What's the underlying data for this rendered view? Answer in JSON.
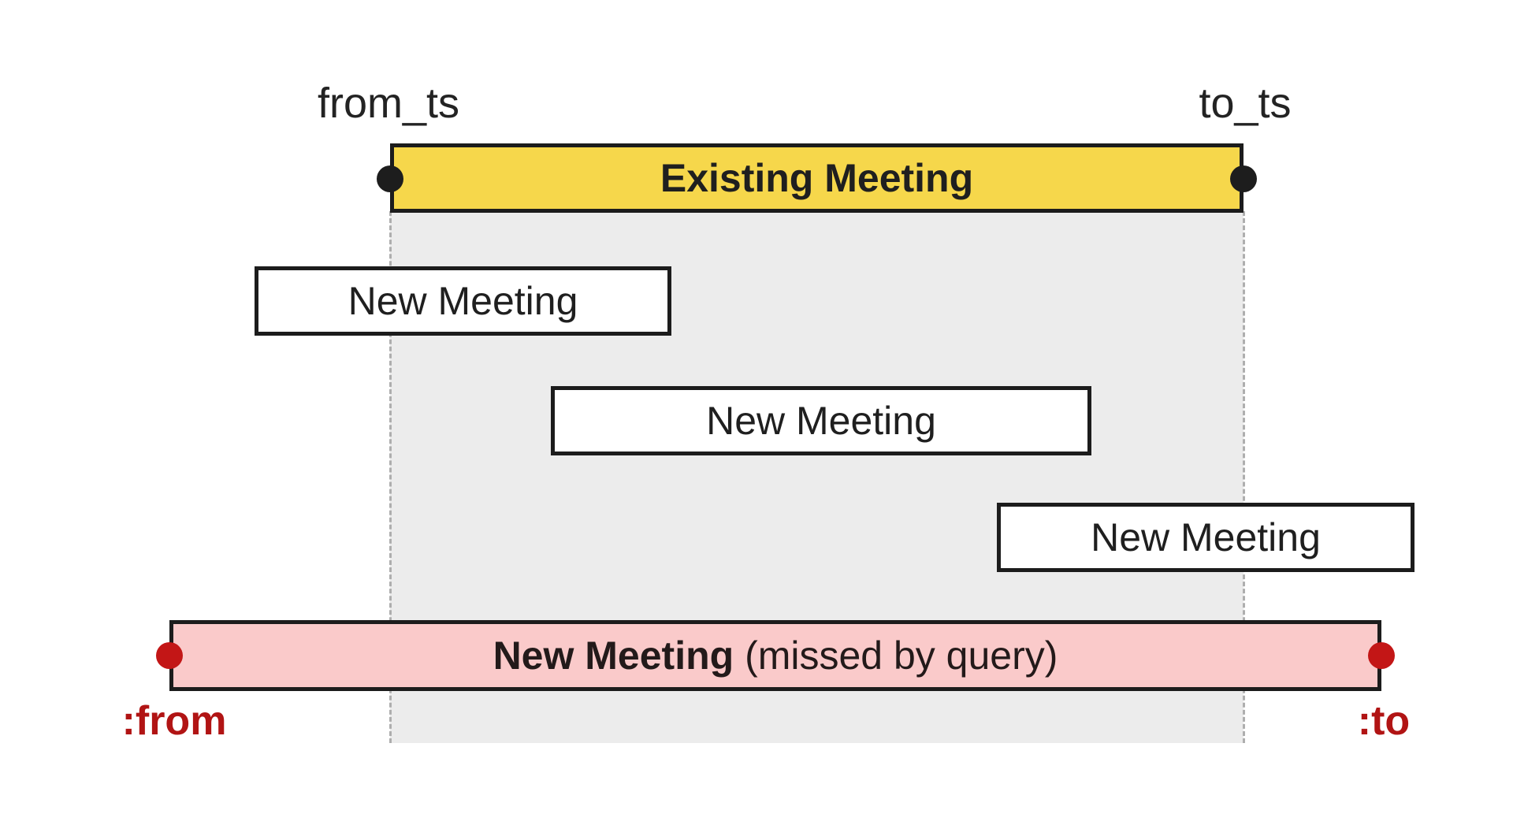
{
  "diagram": {
    "axis_labels": {
      "from_ts": "from_ts",
      "to_ts": "to_ts"
    },
    "existing_meeting": {
      "label": "Existing Meeting"
    },
    "new_meetings": [
      {
        "label": "New Meeting"
      },
      {
        "label": "New Meeting"
      },
      {
        "label": "New Meeting"
      }
    ],
    "missed_meeting": {
      "label_bold": "New Meeting",
      "label_suffix": " (missed by query)"
    },
    "query_labels": {
      "from": ":from",
      "to": ":to"
    },
    "colors": {
      "existing_meeting_fill": "#f6d74b",
      "missed_meeting_fill": "#facaca",
      "new_meeting_fill": "#ffffff",
      "overlap_region_fill": "#ececec",
      "border_black": "#1c1c1c",
      "endpoint_dot_black": "#1d1d1d",
      "endpoint_dot_red": "#c31616",
      "query_label_red": "#b11414",
      "dashed_line_gray": "#aeaeae"
    }
  }
}
